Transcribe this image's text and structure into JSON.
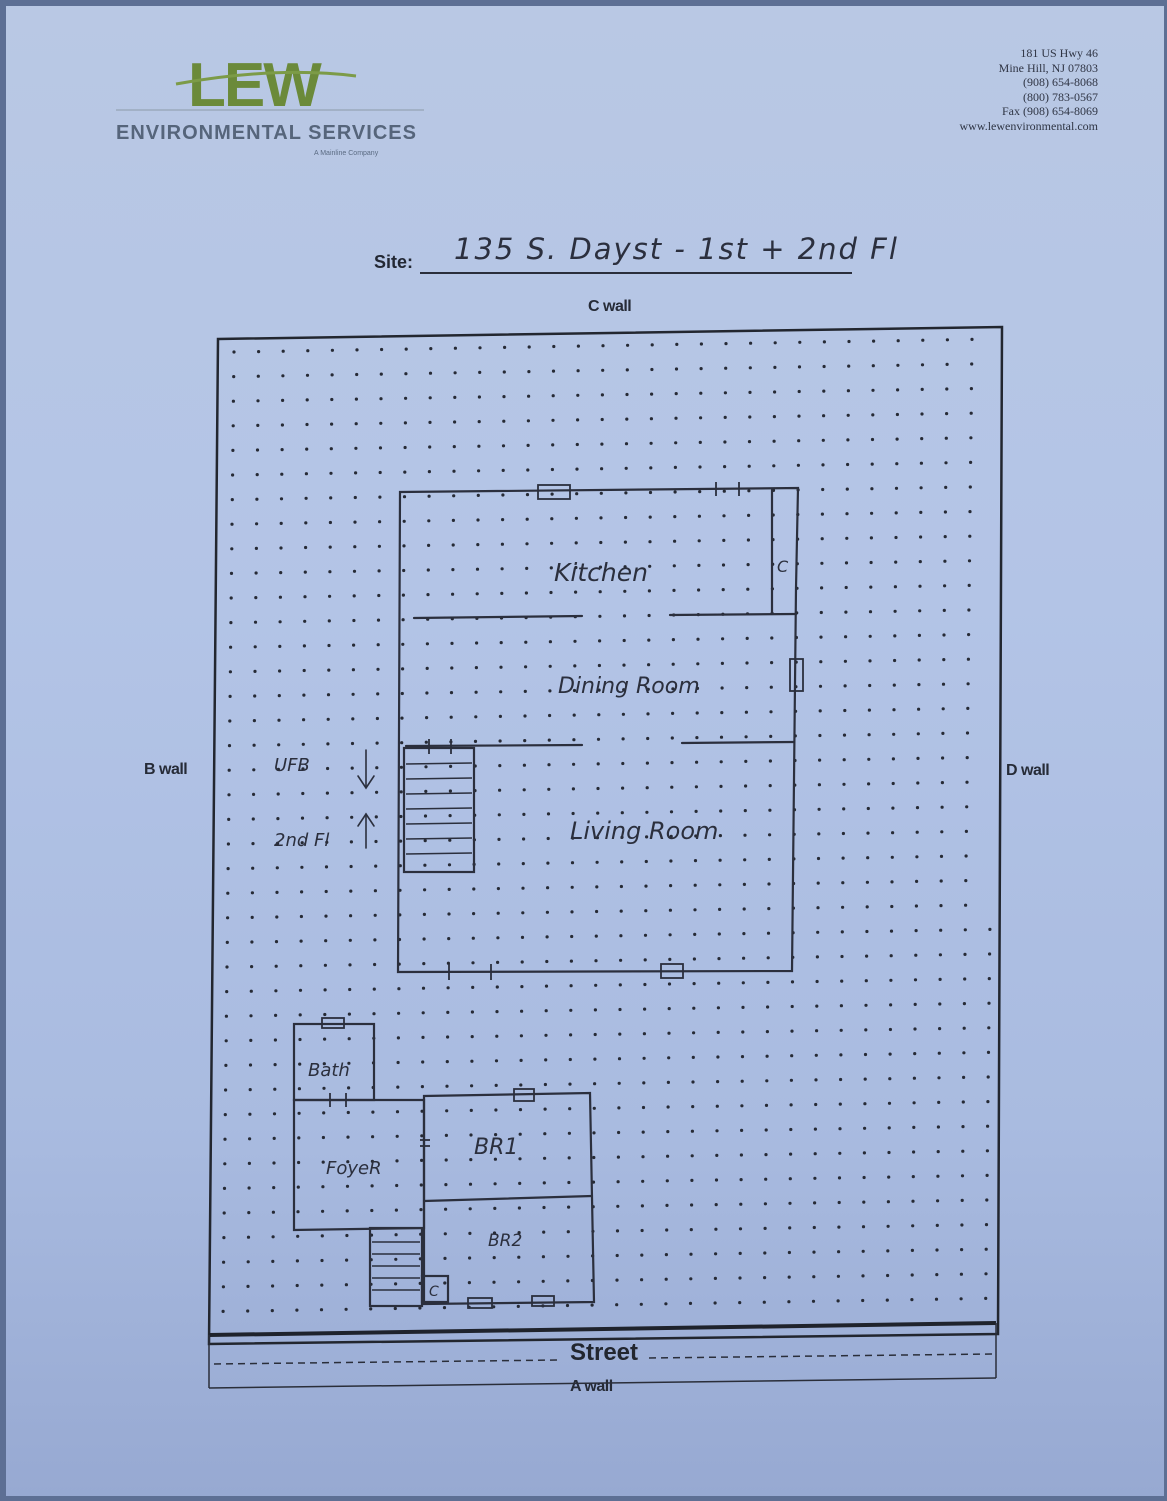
{
  "company": {
    "logo_text": "LEW",
    "name": "ENVIRONMENTAL SERVICES",
    "tagline": "A Mainline Company",
    "address_lines": [
      "181 US Hwy 46",
      "Mine Hill, NJ 07803",
      "(908) 654-8068",
      "(800) 783-0567",
      "Fax (908) 654-8069",
      "www.lewenvironmental.com"
    ]
  },
  "site": {
    "label": "Site:",
    "value": "135 S. Dayst - 1st + 2nd Fl"
  },
  "walls": {
    "top": "C wall",
    "left": "B wall",
    "right": "D wall",
    "bottom": "A wall"
  },
  "street_label": "Street",
  "rooms": {
    "kitchen": "Kitchen",
    "closet_upper": "C",
    "dining": "Dining Room",
    "living": "Living Room",
    "bath": "Bath",
    "foyer": "FoyeR",
    "br1": "BR1",
    "br2": "BR2",
    "closet_lower": "C"
  },
  "annotations": {
    "ufb": "UFB",
    "second_floor": "2nd Fl"
  },
  "colors": {
    "ink": "#2b2f3d",
    "logo_green": "#6b8a3a",
    "logo_gray": "#56657b"
  }
}
